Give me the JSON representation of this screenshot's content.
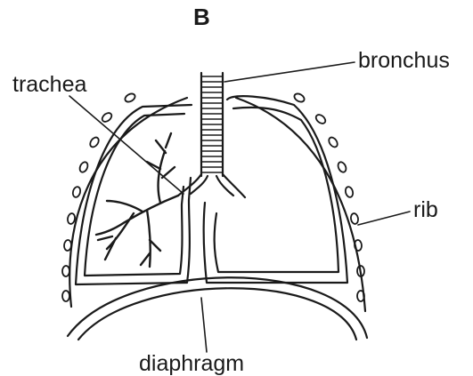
{
  "figure": {
    "panel_letter": "B",
    "labels": {
      "bronchus": "bronchus",
      "trachea": "trachea",
      "rib": "rib",
      "diaphragm": "diaphragm"
    }
  }
}
